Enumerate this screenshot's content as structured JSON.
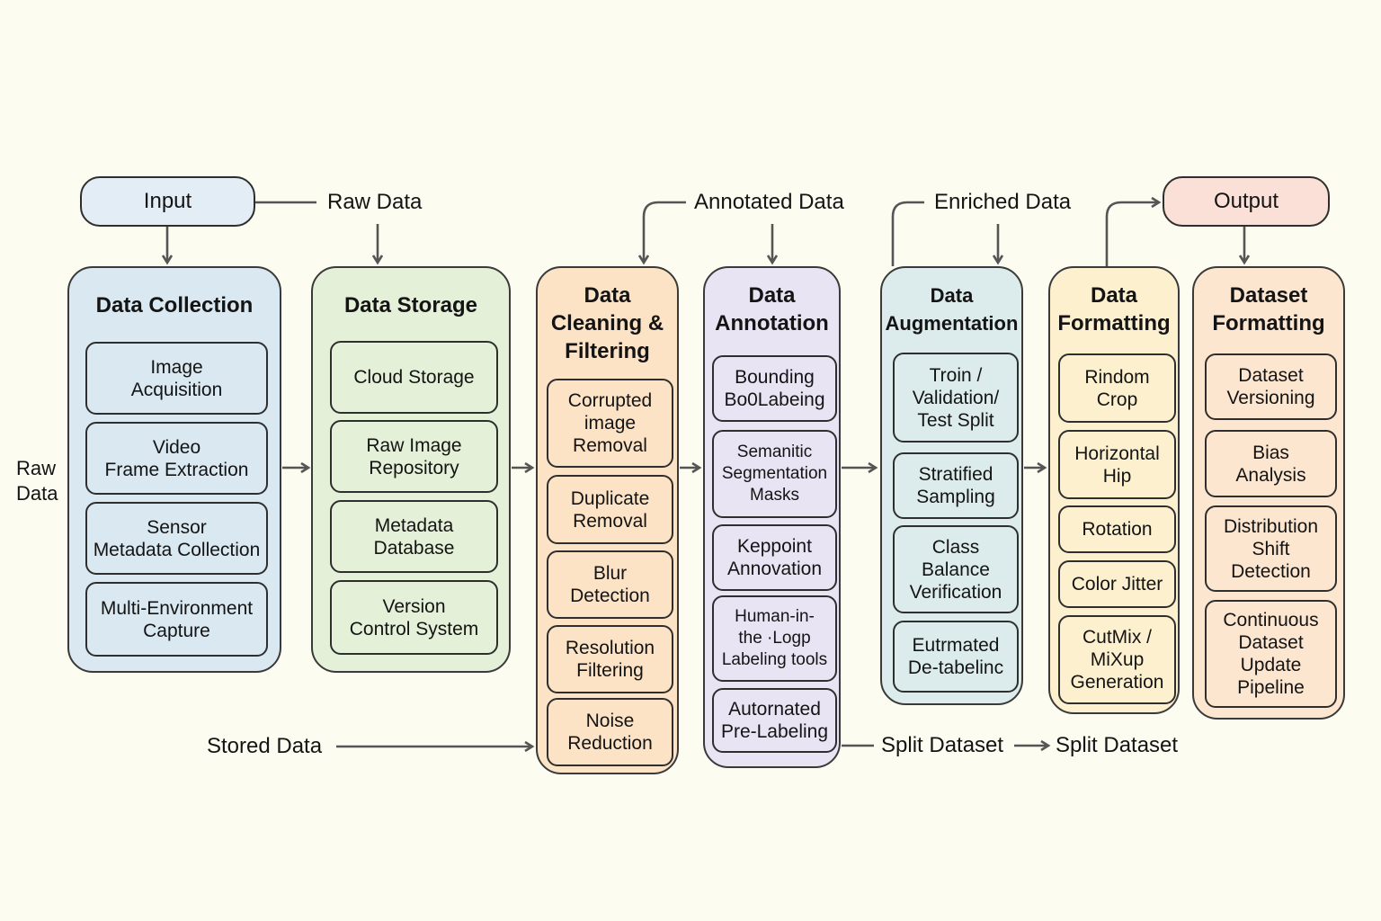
{
  "colors": {
    "background": "#fdfcf1",
    "input": "#e2edf6",
    "output": "#fbe0d8",
    "collection": "#d9e8f1",
    "storage": "#e4f0d8",
    "cleaning": "#fce3c6",
    "annotation": "#e8e4f4",
    "augmentation": "#dcecec",
    "formatting": "#fdf0cf",
    "dataset_formatting": "#fce6cf",
    "arrow": "#555555"
  },
  "terminals": {
    "input": "Input",
    "output": "Output"
  },
  "flow_labels": {
    "raw_data_top": "Raw Data",
    "raw_data_left": "Raw\nData",
    "annotated_data": "Annotated Data",
    "enriched_data": "Enriched Data",
    "stored_data": "Stored Data",
    "split_dataset_1": "Split Dataset",
    "split_dataset_2": "Split Dataset"
  },
  "stages": [
    {
      "title": "Data Collection",
      "items": [
        "Image\nAcquisition",
        "Video\nFrame Extraction",
        "Sensor\nMetadata Collection",
        "Multi-Environment\nCapture"
      ]
    },
    {
      "title": "Data Storage",
      "items": [
        "Cloud Storage",
        "Raw Image\nRepository",
        "Metadata\nDatabase",
        "Version\nControl System"
      ]
    },
    {
      "title": "Data\nCleaning &\nFiltering",
      "items": [
        "Corrupted\nimage\nRemoval",
        "Duplicate\nRemoval",
        "Blur\nDetection",
        "Resolution\nFiltering",
        "Noise\nReduction"
      ]
    },
    {
      "title": "Data\nAnnotation",
      "items": [
        "Bounding\nBo0Labeing",
        "Semanitic\nSegmentation\nMasks",
        "Keppoint\nAnnovation",
        "Human-in-\nthe ·Logp\nLabeling tools",
        "Autornated\nPre-Labeling"
      ]
    },
    {
      "title": "Data\nAugmentation",
      "items": [
        "Troin /\nValidation/\nTest Split",
        "Stratified\nSampling",
        "Class\nBalance\nVerification",
        "Eutrmated\nDe-tabelinc"
      ]
    },
    {
      "title": "Data\nFormatting",
      "items": [
        "Rindom\nCrop",
        "Horizontal\nHip",
        "Rotation",
        "Color Jitter",
        "CutMix /\nMiXup\nGeneration"
      ]
    },
    {
      "title": "Dataset\nFormatting",
      "items": [
        "Dataset\nVersioning",
        "Bias\nAnalysis",
        "Distribution\nShift\nDetection",
        "Continuous\nDataset\nUpdate\nPipeline"
      ]
    }
  ]
}
